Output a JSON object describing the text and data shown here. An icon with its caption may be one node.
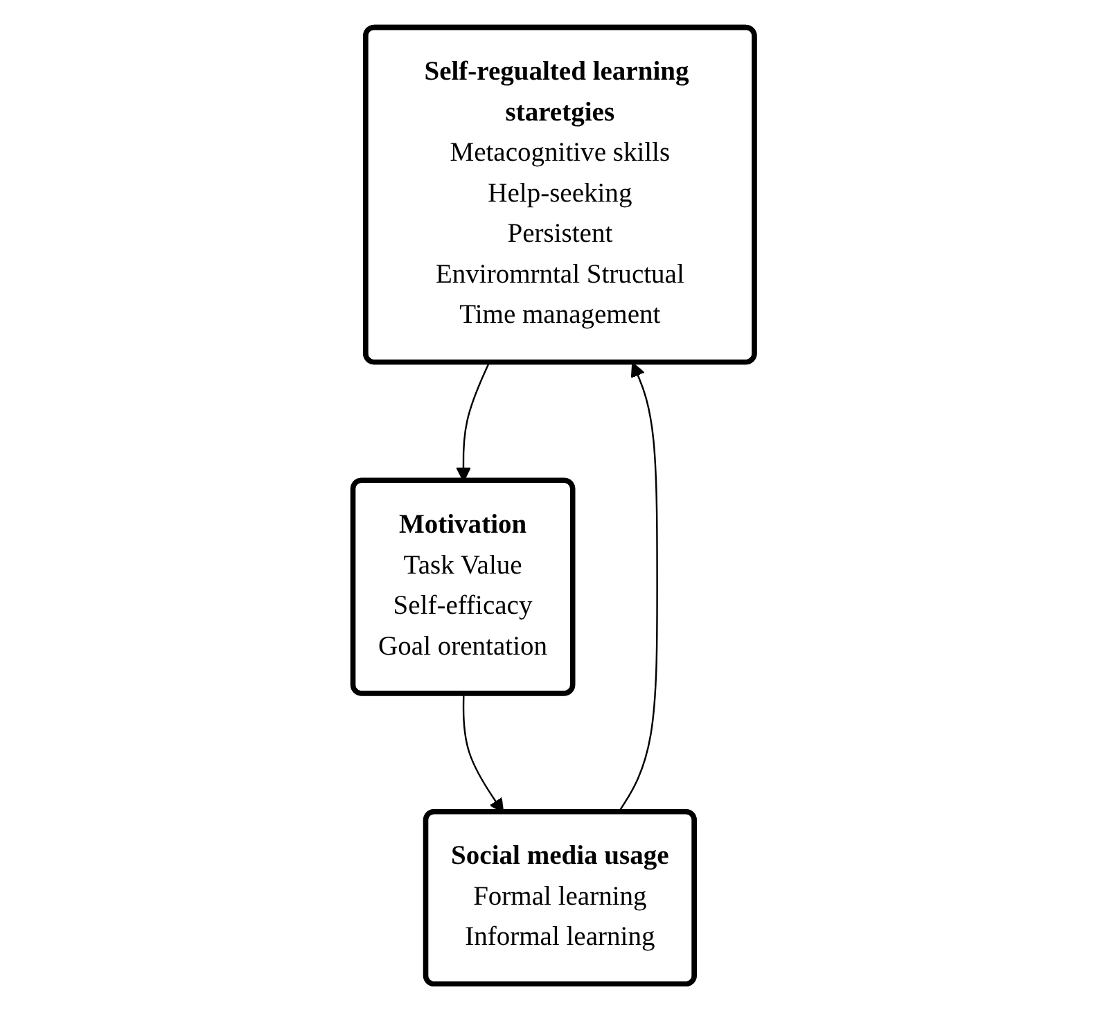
{
  "diagram": {
    "nodes": [
      {
        "text": [
          "Self-regualted learning staretgies",
          "Metacognitive skills",
          "Help-seeking",
          "Persistent",
          "Enviromrntal Structual",
          "Time management"
        ]
      },
      {
        "text": [
          "Social media usage",
          "Formal learning",
          "Informal learning"
        ]
      },
      {
        "text": [
          "Motivation",
          "Task Value",
          "Self-efficacy",
          "Goal orentation"
        ]
      }
    ],
    "edges": [
      {
        "from": 0,
        "to": 2,
        "arrow": "to"
      },
      {
        "from": 2,
        "to": 1,
        "arrow": "to"
      },
      {
        "from": 1,
        "to": 0,
        "arrow": "to"
      }
    ]
  }
}
